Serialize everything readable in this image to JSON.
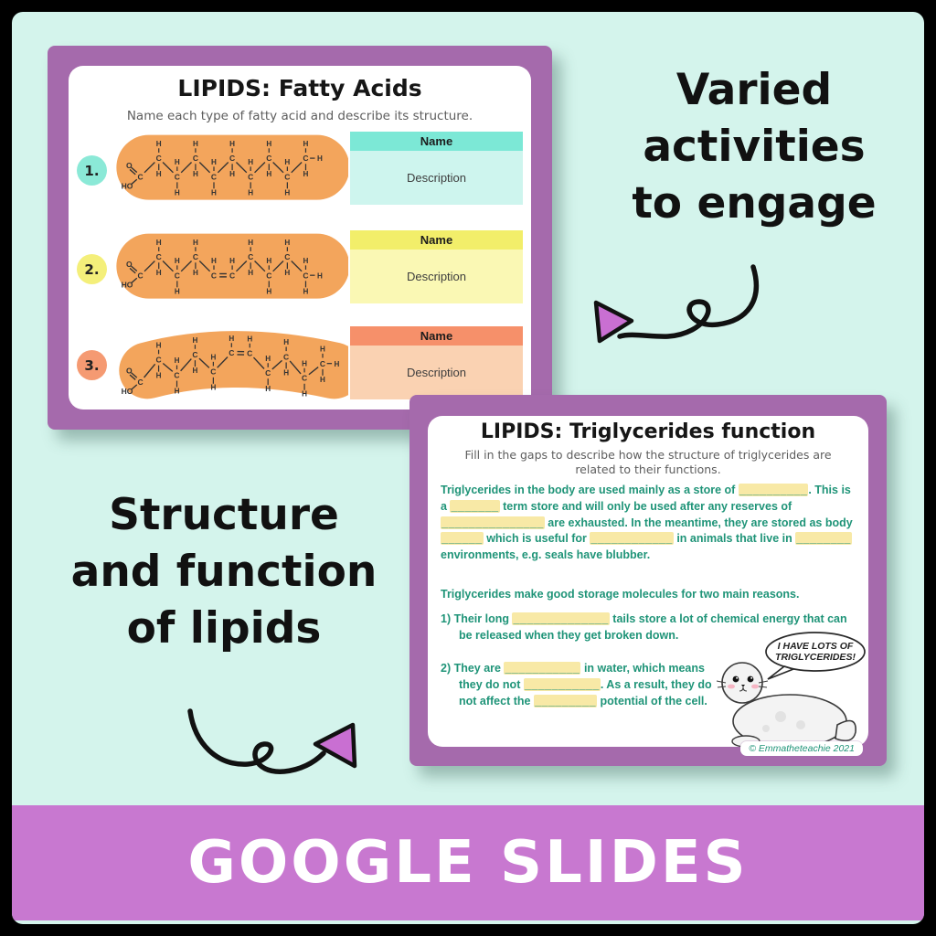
{
  "colors": {
    "background_mint": "#d4f4ec",
    "border_black": "#000000",
    "slide_frame_purple": "#a56aac",
    "banner_purple": "#c878d0",
    "arrowhead_purple": "#c96fd2",
    "blob_orange": "#f3a55c",
    "worksheet_green": "#1f9478",
    "blank_highlight": "#f8e9a6"
  },
  "banner": {
    "label": "GOOGLE SLIDES"
  },
  "captions": {
    "right_lines": [
      "Varied",
      "activities",
      "to engage"
    ],
    "left_lines": [
      "Structure",
      "and function",
      "of lipids"
    ]
  },
  "slide1": {
    "title": "LIPIDS: Fatty Acids",
    "subtitle": "Name each type of fatty acid and describe its structure.",
    "blob_color": "#f3a55c",
    "rows": [
      {
        "number": "1.",
        "badge_color": "#8be9d7",
        "header_color": "#7ce8d6",
        "body_color": "#cef5ee",
        "name_label": "Name",
        "description_label": "Description",
        "molecule": {
          "carbons": 9,
          "double_bond": null,
          "arc": 0
        }
      },
      {
        "number": "2.",
        "badge_color": "#f4ef7a",
        "header_color": "#f2ee6a",
        "body_color": "#faf8b4",
        "name_label": "Name",
        "description_label": "Description",
        "molecule": {
          "carbons": 9,
          "double_bond": 4,
          "arc": 0
        }
      },
      {
        "number": "3.",
        "badge_color": "#f59a72",
        "header_color": "#f6906a",
        "body_color": "#fad2b2",
        "name_label": "Name",
        "description_label": "Description",
        "molecule": {
          "carbons": 10,
          "double_bond": 5,
          "arc": 15
        }
      }
    ],
    "atom_labels": {
      "oxygen": "O",
      "hydroxyl": "HO",
      "carbon": "C",
      "hydrogen": "H"
    }
  },
  "slide2": {
    "title": "LIPIDS: Triglycerides function",
    "subtitle": "Fill in the gaps to describe how the structure of triglycerides are related to their functions.",
    "p1": [
      {
        "t": "text",
        "v": "Triglycerides in the body are used mainly as a store of "
      },
      {
        "t": "blank",
        "v": "__________"
      },
      {
        "t": "text",
        "v": ". This is a "
      },
      {
        "t": "blank",
        "v": "_______"
      },
      {
        "t": "text",
        "v": " term store and will only be used after any reserves of "
      },
      {
        "t": "blank",
        "v": "_______________"
      },
      {
        "t": "text",
        "v": " are exhausted. In the meantime, they are stored as body "
      },
      {
        "t": "blank",
        "v": "______"
      },
      {
        "t": "text",
        "v": " which is useful for "
      },
      {
        "t": "blank",
        "v": "____________"
      },
      {
        "t": "text",
        "v": " in animals that live in "
      },
      {
        "t": "blank",
        "v": "________"
      },
      {
        "t": "text",
        "v": " environments, e.g. seals have blubber."
      }
    ],
    "p2": "Triglycerides make good storage molecules for two main reasons.",
    "p3": [
      {
        "t": "text",
        "v": "1) Their long "
      },
      {
        "t": "blank",
        "v": "______________"
      },
      {
        "t": "text",
        "v": " tails store a lot of chemical energy that can be released when they get broken down."
      }
    ],
    "p4": [
      {
        "t": "text",
        "v": "2) They are "
      },
      {
        "t": "blank",
        "v": "___________"
      },
      {
        "t": "text",
        "v": " in water, which means they do not "
      },
      {
        "t": "blank",
        "v": "___________"
      },
      {
        "t": "text",
        "v": ". As a result, they do not affect the "
      },
      {
        "t": "blank",
        "v": "_________"
      },
      {
        "t": "text",
        "v": " potential of the cell."
      }
    ],
    "speech_bubble_lines": [
      "I HAVE LOTS OF",
      "TRIGLYCERIDES!"
    ],
    "credit": "© Emmatheteachie 2021"
  }
}
